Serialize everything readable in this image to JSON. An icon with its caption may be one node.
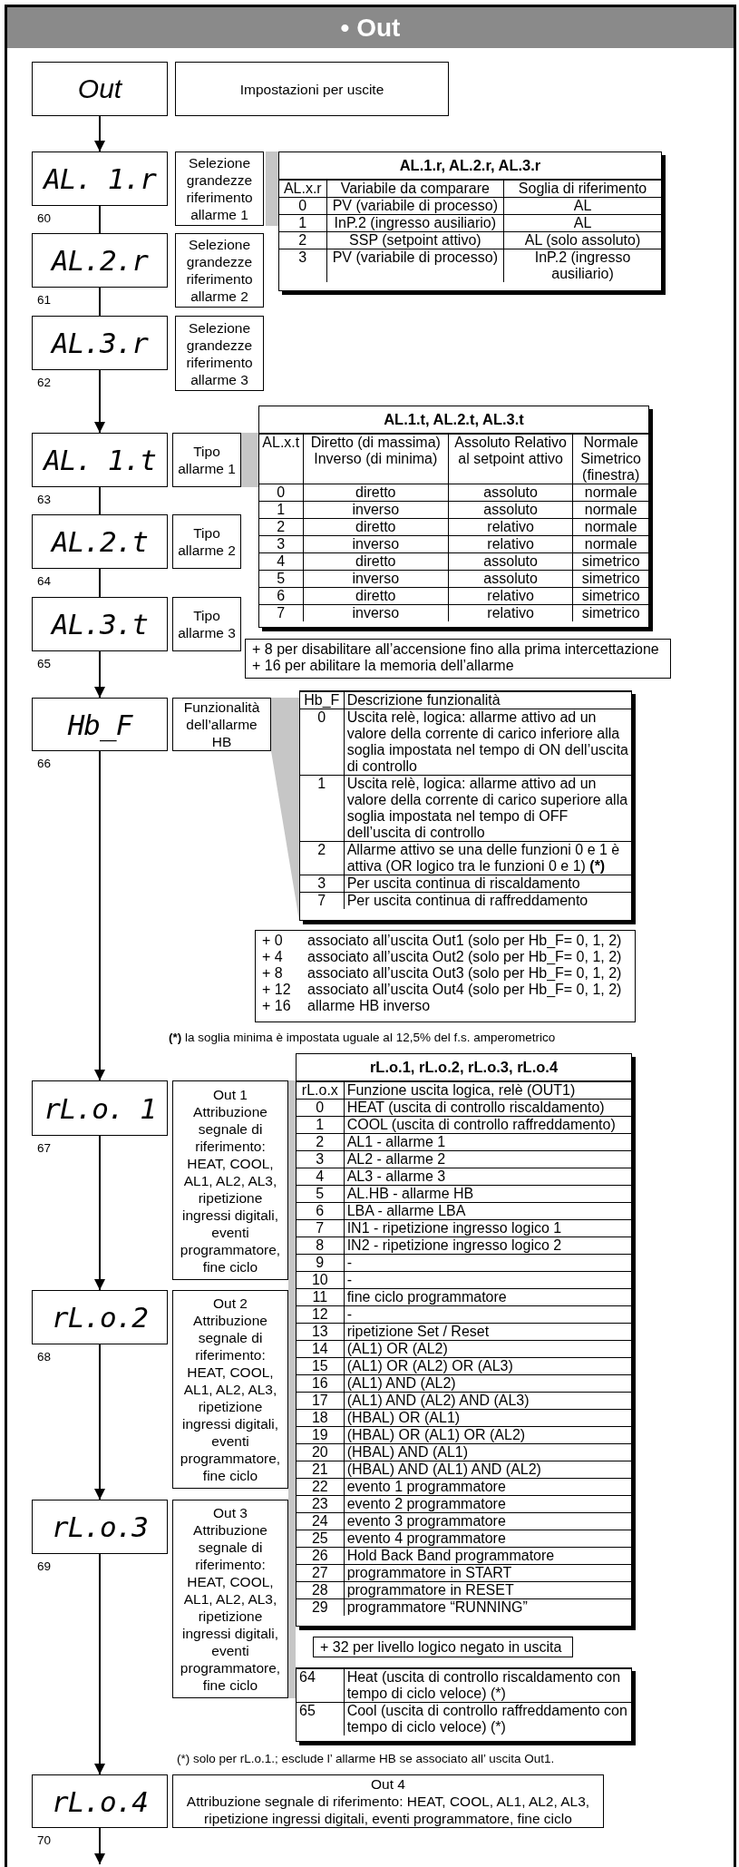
{
  "diagram": {
    "title": "• Out",
    "nodes": [
      {
        "text": [
          "Out"
        ]
      },
      {
        "text": [
          "Impostazioni per uscite"
        ]
      },
      {
        "text": [
          "AL. 1.r"
        ],
        "beside": [
          "60"
        ]
      },
      {
        "text": [
          "Selezione grandezze riferimento allarme 1"
        ]
      },
      {
        "text": [
          "AL.1.r, AL.2.r, AL.3.r",
          "AL.x.r",
          "Variabile da comparare",
          "Soglia di riferimento",
          "0",
          "PV (variabile di processo)",
          "AL",
          "1",
          "InP.2 (ingresso ausiliario)",
          "AL",
          "2",
          "SSP (setpoint attivo)",
          "AL (solo assoluto)",
          "3",
          "PV (variabile di processo)",
          "InP.2 (ingresso ausiliario)"
        ]
      },
      {
        "text": [
          "AL.2.r"
        ],
        "beside": [
          "61"
        ]
      },
      {
        "text": [
          "Selezione grandezze riferimento allarme 2"
        ]
      },
      {
        "text": [
          "AL.3.r"
        ],
        "beside": [
          "62"
        ]
      },
      {
        "text": [
          "Selezione grandezze riferimento allarme 3"
        ]
      },
      {
        "text": [
          "AL. 1.t"
        ],
        "beside": [
          "63"
        ]
      },
      {
        "text": [
          "Tipo allarme 1"
        ]
      },
      {
        "text": [
          "AL.1.t, AL.2.t, AL.3.t",
          "AL.x.t",
          "Diretto (di massima) Inverso (di minima)",
          "Assoluto Relativo al setpoint attivo",
          "Normale Simetrico (finestra)",
          "0",
          "diretto",
          "assoluto",
          "normale",
          "1",
          "inverso",
          "assoluto",
          "normale",
          "2",
          "diretto",
          "relativo",
          "normale",
          "3",
          "inverso",
          "relativo",
          "normale",
          "4",
          "diretto",
          "assoluto",
          "simetrico",
          "5",
          "inverso",
          "assoluto",
          "simetrico",
          "6",
          "diretto",
          "relativo",
          "simetrico",
          "7",
          "inverso",
          "relativo",
          "simetrico"
        ]
      },
      {
        "text": [
          "AL.2.t"
        ],
        "beside": [
          "64"
        ]
      },
      {
        "text": [
          "Tipo allarme 2"
        ]
      },
      {
        "text": [
          "AL.3.t"
        ],
        "beside": [
          "65"
        ]
      },
      {
        "text": [
          "Tipo allarme 3"
        ]
      },
      {
        "text": [
          "+ 8 per disabilitare all’accensione fino alla prima intercettazione",
          "+ 16 per abilitare la memoria dell’allarme"
        ]
      },
      {
        "text": [
          "Hb_F"
        ],
        "beside": [
          "66"
        ]
      },
      {
        "text": [
          "Funzionalità dell’allarme HB"
        ]
      },
      {
        "text": [
          "Hb_F",
          "Descrizione funzionalità",
          "0",
          "Uscita relè, logica: allarme attivo ad un valore della corrente di carico inferiore alla soglia impostata nel tempo di ON dell’uscita di controllo",
          "1",
          "Uscita relè, logica: allarme attivo ad un valore della corrente di carico superiore alla soglia impostata nel tempo di OFF dell’uscita di controllo",
          "2",
          "Allarme attivo se una delle funzioni 0 e 1 è attiva (OR logico tra le funzioni 0 e 1) **(*)**",
          "3",
          "Per uscita continua di riscaldamento",
          "7",
          "Per uscita continua di raffreddamento"
        ]
      },
      {
        "text": [
          "+ 0",
          "associato all’uscita Out1 (solo per Hb_F= 0, 1, 2)",
          "+ 4",
          "associato all’uscita Out2 (solo per Hb_F= 0, 1, 2)",
          "+ 8",
          "associato all’uscita Out3 (solo per Hb_F= 0, 1, 2)",
          "+ 12",
          "associato all’uscita Out4 (solo per Hb_F= 0, 1, 2)",
          "+ 16",
          "allarme HB inverso"
        ]
      },
      {
        "text": [
          "rL.o. 1"
        ],
        "beside": [
          "67"
        ]
      },
      {
        "text": [
          "Out 1",
          "Attribuzione segnale di riferimento: HEAT, COOL, AL1, AL2, AL3, ripetizione ingressi digitali, eventi programmatore, fine ciclo"
        ]
      },
      {
        "text": [
          "rL.o.1, rL.o.2, rL.o.3, rL.o.4",
          "rL.o.x",
          "Funzione uscita logica, relè (OUT1)",
          "0",
          "HEAT (uscita di controllo riscaldamento)",
          "1",
          "COOL (uscita di controllo raffreddamento)",
          "2",
          "AL1 - allarme 1",
          "3",
          "AL2 - allarme 2",
          "4",
          "AL3 - allarme 3",
          "5",
          "AL.HB - allarme HB",
          "6",
          "LBA - allarme LBA",
          "7",
          "IN1 - ripetizione ingresso logico 1",
          "8",
          "IN2 - ripetizione ingresso logico 2",
          "9",
          "-",
          "10",
          "-",
          "11",
          "fine ciclo programmatore",
          "12",
          "-",
          "13",
          "ripetizione Set / Reset",
          "14",
          "(AL1) OR (AL2)",
          "15",
          "(AL1) OR (AL2) OR (AL3)",
          "16",
          "(AL1) AND (AL2)",
          "17",
          "(AL1) AND (AL2) AND (AL3)",
          "18",
          "(HBAL) OR (AL1)",
          "19",
          "(HBAL) OR (AL1) OR (AL2)",
          "20",
          "(HBAL) AND (AL1)",
          "21",
          "(HBAL) AND (AL1) AND (AL2)",
          "22",
          "evento 1 programmatore",
          "23",
          "evento 2 programmatore",
          "24",
          "evento 3 programmatore",
          "25",
          "evento 4 programmatore",
          "26",
          "Hold Back Band programmatore",
          "27",
          "programmatore in START",
          "28",
          "programmatore in RESET",
          "29",
          "programmatore “RUNNING”"
        ]
      },
      {
        "text": [
          "rL.o.2"
        ],
        "beside": [
          "68"
        ]
      },
      {
        "text": [
          "Out 2",
          "Attribuzione segnale di riferimento: HEAT, COOL, AL1, AL2, AL3, ripetizione ingressi digitali, eventi programmatore, fine ciclo"
        ]
      },
      {
        "text": [
          "rL.o.3"
        ],
        "beside": [
          "69"
        ]
      },
      {
        "text": [
          "Out 3",
          "Attribuzione segnale di riferimento: HEAT, COOL, AL1, AL2, AL3, ripetizione ingressi digitali, eventi programmatore, fine ciclo"
        ]
      },
      {
        "text": [
          "+ 32 per livello logico negato in uscita"
        ]
      },
      {
        "text": [
          "64",
          "Heat (uscita di controllo riscaldamento con tempo di ciclo veloce) (*)",
          "65",
          "Cool (uscita di controllo raffreddamento con tempo di ciclo veloce) (*)"
        ]
      },
      {
        "text": [
          "rL.o.4"
        ],
        "beside": [
          "70"
        ]
      },
      {
        "text": [
          "Out 4",
          "Attribuzione segnale di riferimento: HEAT, COOL, AL1, AL2, AL3, ripetizione ingressi digitali, eventi programmatore, fine ciclo"
        ]
      }
    ],
    "edges": [
      {
        "from": 0,
        "to": 2,
        "arrow": "to"
      },
      {
        "from": 2,
        "to": 5,
        "arrow": "none"
      },
      {
        "from": 5,
        "to": 7,
        "arrow": "none"
      },
      {
        "from": 7,
        "to": 9,
        "arrow": "to"
      },
      {
        "from": 9,
        "to": 12,
        "arrow": "none"
      },
      {
        "from": 12,
        "to": 14,
        "arrow": "none"
      },
      {
        "from": 14,
        "to": 17,
        "arrow": "to"
      },
      {
        "from": 17,
        "to": 21,
        "arrow": "to"
      },
      {
        "from": 21,
        "to": 24,
        "arrow": "to"
      },
      {
        "from": 24,
        "to": 26,
        "arrow": "to"
      },
      {
        "from": 26,
        "to": 30,
        "arrow": "to"
      },
      {
        "from": 30,
        "to": null,
        "arrow": "to"
      }
    ],
    "labels": [
      "**(*)** la soglia minima è impostata uguale al 12,5% del f.s. amperometrico",
      "(*) solo per rL.o.1.; esclude l’ allarme HB se associato all’ uscita Out1."
    ]
  }
}
